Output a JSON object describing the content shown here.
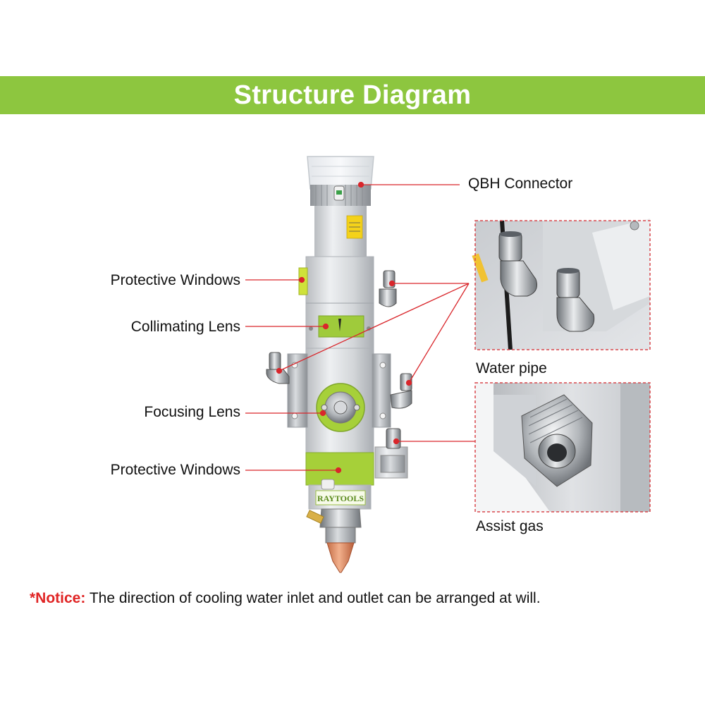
{
  "title": "Structure Diagram",
  "brand_logo_text": "RAYTOOLS",
  "labels": {
    "qbh_connector": "QBH Connector",
    "protective_windows_top": "Protective Windows",
    "collimating_lens": "Collimating Lens",
    "focusing_lens": "Focusing Lens",
    "protective_windows_bottom": "Protective Windows",
    "water_pipe": "Water pipe",
    "assist_gas": "Assist gas"
  },
  "notice": {
    "prefix": "*Notice:",
    "text": " The direction of cooling water inlet and outlet can be arranged at will."
  },
  "colors": {
    "banner": "#8dc63f",
    "leader_line": "#d9262b",
    "notice_prefix": "#e02424",
    "accent_green": "#9fcb3b"
  }
}
